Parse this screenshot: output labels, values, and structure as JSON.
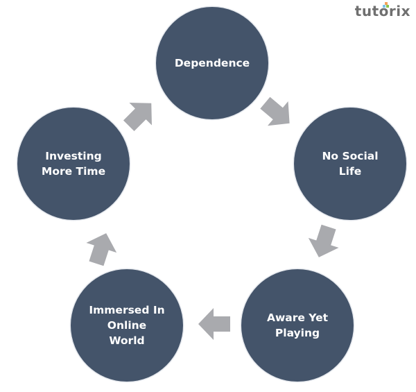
{
  "diagram": {
    "type": "cycle",
    "title": "",
    "node_color": "#44546A",
    "arrow_color": "#A9AAAE",
    "nodes": [
      {
        "id": "n1",
        "label": "Dependence"
      },
      {
        "id": "n2",
        "label": "No Social\nLife"
      },
      {
        "id": "n3",
        "label": "Aware Yet\nPlaying"
      },
      {
        "id": "n4",
        "label": "Immersed In\nOnline\nWorld"
      },
      {
        "id": "n5",
        "label": "Investing\nMore Time"
      }
    ],
    "edges": [
      {
        "from": "Investing More Time",
        "to": "Dependence"
      },
      {
        "from": "Dependence",
        "to": "No Social Life"
      },
      {
        "from": "No Social Life",
        "to": "Aware Yet Playing"
      },
      {
        "from": "Aware Yet Playing",
        "to": "Immersed In Online World"
      },
      {
        "from": "Immersed In Online World",
        "to": "Investing More Time"
      }
    ]
  },
  "watermark": {
    "text": "tutorix",
    "dot_colors": [
      "#f5a25d",
      "#7cc4e8",
      "#8bc34a"
    ]
  }
}
